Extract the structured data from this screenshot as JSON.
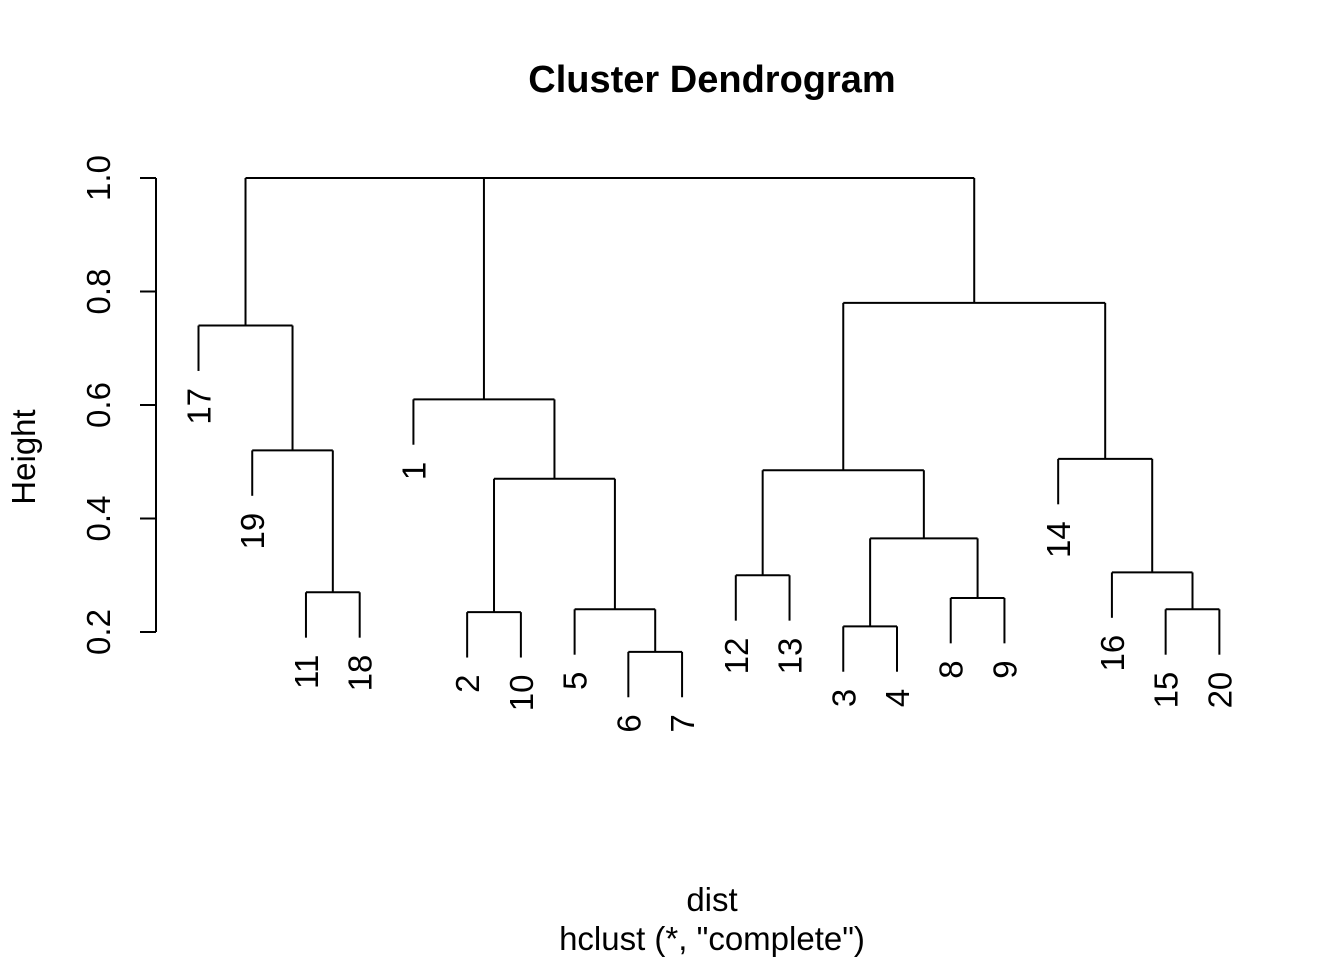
{
  "chart_data": {
    "type": "dendrogram",
    "title": "Cluster Dendrogram",
    "ylabel": "Height",
    "xlabel": "dist",
    "sub": "hclust (*, \"complete\")",
    "ylim": [
      0.2,
      1.0
    ],
    "y_ticks": [
      0.2,
      0.4,
      0.6,
      0.8,
      1.0
    ],
    "grid": false,
    "hang": 0.08,
    "leaf_order": [
      "17",
      "19",
      "11",
      "18",
      "1",
      "2",
      "10",
      "5",
      "6",
      "7",
      "12",
      "13",
      "3",
      "4",
      "8",
      "9",
      "14",
      "16",
      "15",
      "20"
    ],
    "tree": {
      "h": 1.0,
      "children": [
        {
          "h": 1.0,
          "children": [
            {
              "h": 0.74,
              "children": [
                {
                  "leaf": "17"
                },
                {
                  "h": 0.52,
                  "children": [
                    {
                      "leaf": "19"
                    },
                    {
                      "h": 0.27,
                      "children": [
                        {
                          "leaf": "11"
                        },
                        {
                          "leaf": "18"
                        }
                      ]
                    }
                  ]
                }
              ]
            },
            {
              "h": 0.61,
              "children": [
                {
                  "leaf": "1"
                },
                {
                  "h": 0.47,
                  "children": [
                    {
                      "h": 0.235,
                      "children": [
                        {
                          "leaf": "2"
                        },
                        {
                          "leaf": "10"
                        }
                      ]
                    },
                    {
                      "h": 0.24,
                      "children": [
                        {
                          "leaf": "5"
                        },
                        {
                          "h": 0.165,
                          "children": [
                            {
                              "leaf": "6"
                            },
                            {
                              "leaf": "7"
                            }
                          ]
                        }
                      ]
                    }
                  ]
                }
              ]
            }
          ]
        },
        {
          "h": 0.78,
          "children": [
            {
              "h": 0.485,
              "children": [
                {
                  "h": 0.3,
                  "children": [
                    {
                      "leaf": "12"
                    },
                    {
                      "leaf": "13"
                    }
                  ]
                },
                {
                  "h": 0.365,
                  "children": [
                    {
                      "h": 0.21,
                      "children": [
                        {
                          "leaf": "3"
                        },
                        {
                          "leaf": "4"
                        }
                      ]
                    },
                    {
                      "h": 0.26,
                      "children": [
                        {
                          "leaf": "8"
                        },
                        {
                          "leaf": "9"
                        }
                      ]
                    }
                  ]
                }
              ]
            },
            {
              "h": 0.505,
              "children": [
                {
                  "leaf": "14"
                },
                {
                  "h": 0.305,
                  "children": [
                    {
                      "leaf": "16"
                    },
                    {
                      "h": 0.24,
                      "children": [
                        {
                          "leaf": "15"
                        },
                        {
                          "leaf": "20"
                        }
                      ]
                    }
                  ]
                }
              ]
            }
          ]
        }
      ]
    }
  }
}
